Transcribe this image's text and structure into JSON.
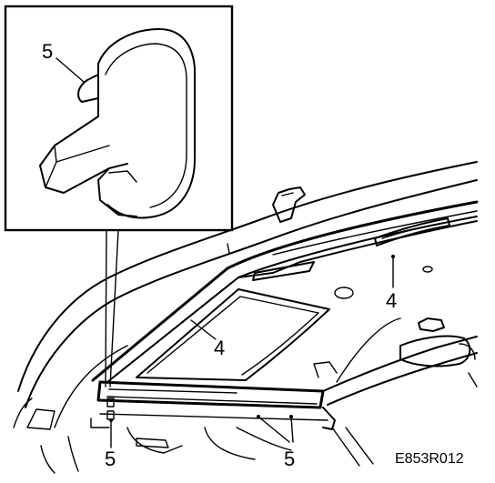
{
  "labels": {
    "inset_5": "5",
    "bottom_left_5": "5",
    "bottom_right_5": "5",
    "trim_upper_4": "4",
    "trim_lower_4": "4"
  },
  "reference_code": "E853R012"
}
